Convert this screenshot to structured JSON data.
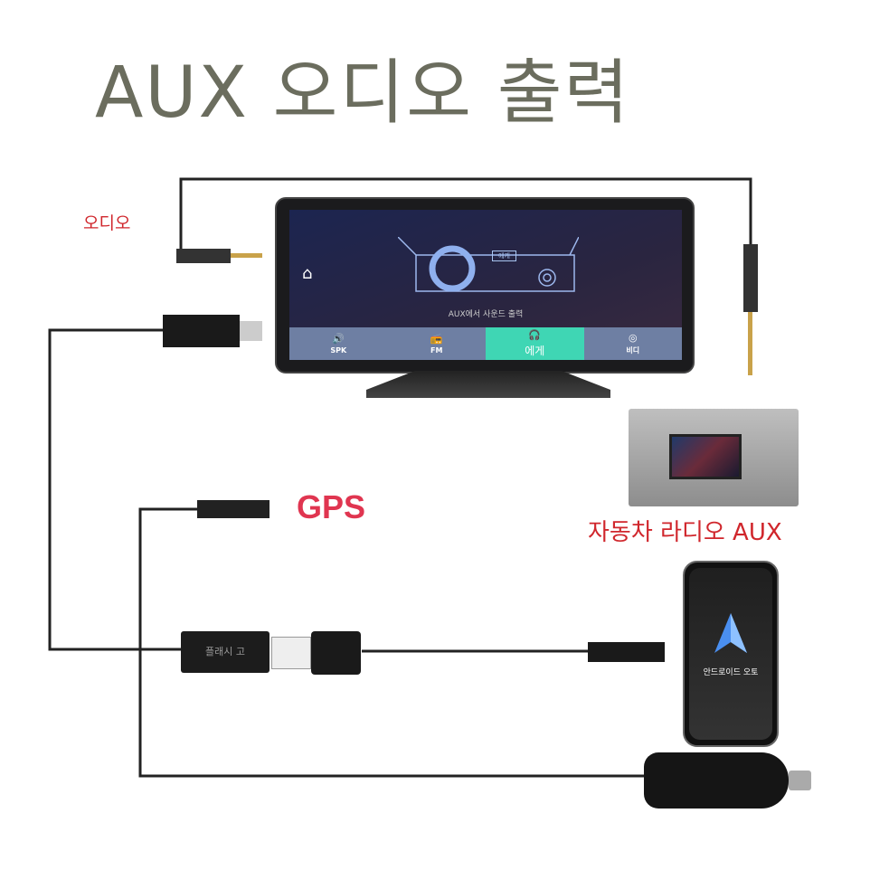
{
  "title": "AUX 오디오 출력",
  "labels": {
    "audio": "오디오",
    "gps": "GPS",
    "car_radio": "자동차 라디오 AUX"
  },
  "device": {
    "screen_text": "AUX에서 사운드 출력",
    "scene_label": "에게",
    "tabs": [
      {
        "label": "SPK",
        "icon": "speaker-icon"
      },
      {
        "label": "FM",
        "icon": "radio-icon"
      },
      {
        "label": "에게",
        "icon": "headphones-icon"
      },
      {
        "label": "비디",
        "icon": "steering-wheel-icon"
      }
    ],
    "active_tab": 2
  },
  "phone": {
    "app_label": "안드로이드 오토"
  },
  "dongle": {
    "label": "플래시 고"
  },
  "colors": {
    "title": "#6b6d5e",
    "accent_red": "#d0262c",
    "gps": "#e03550",
    "active_tab": "#3fd6b4"
  }
}
